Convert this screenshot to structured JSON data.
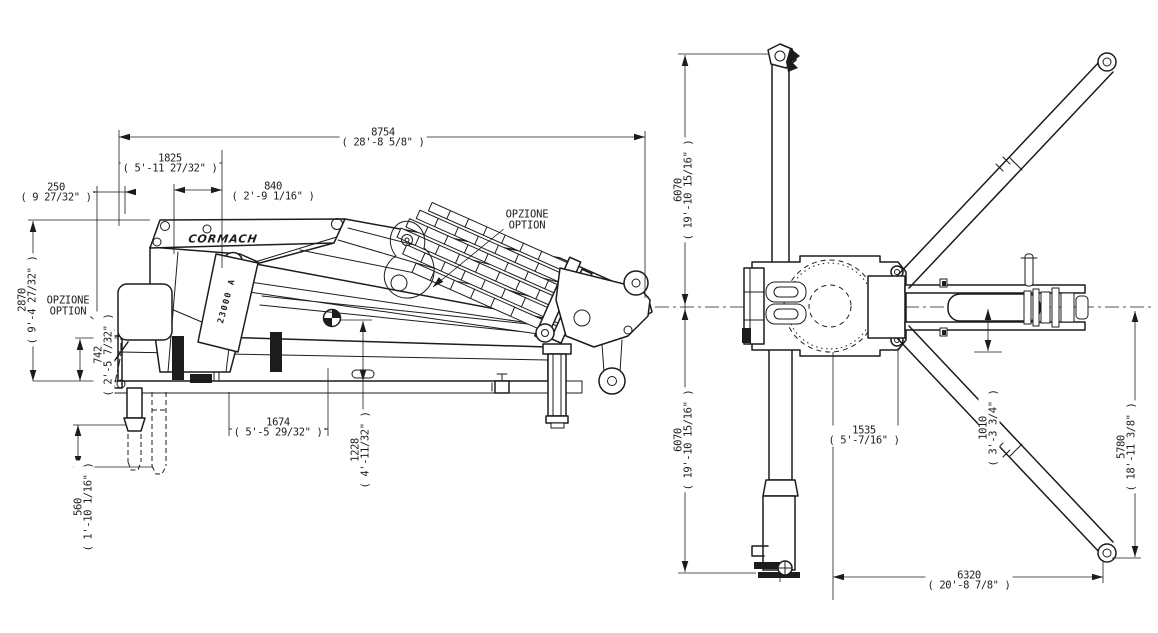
{
  "page": {
    "type": "crane dimensional technical drawing",
    "background_color": "#ffffff",
    "line_color": "#1c1c1c"
  },
  "brand": {
    "logo": "CORMACH",
    "model": "23000 A"
  },
  "labels": {
    "option_it": "OPZIONE",
    "option_en": "OPTION"
  },
  "side_view": {
    "name": "side elevation (crane folded)",
    "dims": {
      "overall_length": {
        "mm": "8754",
        "imperial": "( 28'-8 5/8\" )"
      },
      "column_offset": {
        "mm": "1825",
        "imperial": "( 5'-11 27/32\" )"
      },
      "pivot_offset": {
        "mm": "840",
        "imperial": "( 2'-9 1/16\" )"
      },
      "rear_overhang": {
        "mm": "250",
        "imperial": "( 9 27/32\" )"
      },
      "overall_height": {
        "mm": "2870",
        "imperial": "( 9'-4 27/32\" )"
      },
      "frame_height": {
        "mm": "742",
        "imperial": "( 2'-5 7/32\" )"
      },
      "support_spacing": {
        "mm": "1674",
        "imperial": "( 5'-5 29/32\" )"
      },
      "axle_height": {
        "mm": "1228",
        "imperial": "( 4'-11/32\" )"
      },
      "outrigger_drop": {
        "mm": "560",
        "imperial": "( 1'-10 1/16\" )"
      }
    }
  },
  "top_view": {
    "name": "plan view (stabilizers extended)",
    "dims": {
      "stabilizer_reach_upper": {
        "mm": "6070",
        "imperial": "( 19'-10 15/16\" )"
      },
      "stabilizer_reach_lower": {
        "mm": "6070",
        "imperial": "( 19'-10 15/16\" )"
      },
      "column_to_pivot": {
        "mm": "1535",
        "imperial": "( 5'-7/16\" )"
      },
      "boom_offset": {
        "mm": "1010",
        "imperial": "( 3'-3 3/4\" )"
      },
      "diagonal_reach": {
        "mm": "5780",
        "imperial": "( 18'-11 3/8\" )"
      },
      "stabilizer_spread": {
        "mm": "6320",
        "imperial": "( 20'-8 7/8\" )"
      }
    }
  }
}
